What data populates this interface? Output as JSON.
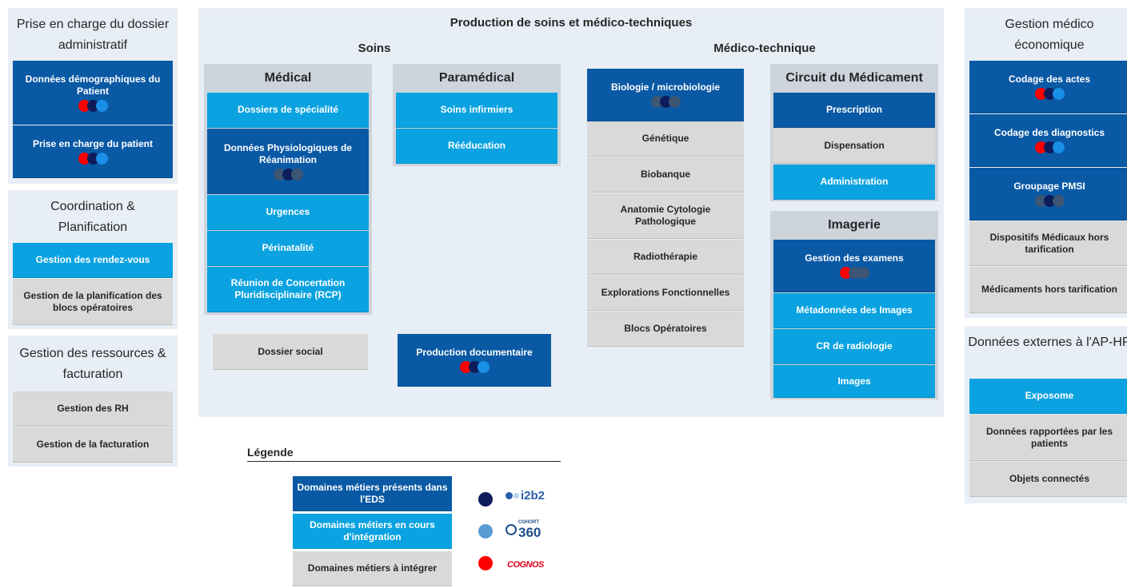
{
  "colors": {
    "present": "#0a59a5",
    "integrating": "#0aa2e0",
    "to_integrate": "#d9d9d9",
    "i2b2_dot": "#0e1c5c",
    "cohort360_dot": "#5b9bd5",
    "cognos_dot": "#ff0000"
  },
  "admin": {
    "title": "Prise en charge du dossier administratif",
    "items": [
      {
        "label": "Données démographiques du Patient",
        "dots": [
          "red",
          "navy",
          "blue"
        ]
      },
      {
        "label": "Prise en charge du patient",
        "dots": [
          "red",
          "navy",
          "blue"
        ]
      }
    ]
  },
  "coordination": {
    "title": "Coordination & Planification",
    "items": [
      {
        "label": "Gestion des rendez-vous"
      },
      {
        "label": "Gestion de la planification des blocs opératoires"
      }
    ]
  },
  "ressources": {
    "title": "Gestion des ressources & facturation",
    "items": [
      {
        "label": "Gestion des RH"
      },
      {
        "label": "Gestion de la facturation"
      }
    ]
  },
  "production": {
    "title": "Production de soins et médico-techniques",
    "soins_title": "Soins",
    "medico_title": "Médico-technique",
    "medical": {
      "title": "Médical",
      "items": [
        {
          "label": "Dossiers de spécialité"
        },
        {
          "label": "Données Physiologiques de Réanimation",
          "dots": [
            "grey",
            "navy",
            "grey"
          ]
        },
        {
          "label": "Urgences"
        },
        {
          "label": "Périnatalité"
        },
        {
          "label": "Réunion de Concertation Pluridisciplinaire (RCP)"
        }
      ]
    },
    "paramedical": {
      "title": "Paramédical",
      "items": [
        {
          "label": "Soins infirmiers"
        },
        {
          "label": "Rééducation"
        }
      ]
    },
    "dossier_social": "Dossier social",
    "production_doc": {
      "label": "Production documentaire",
      "dots": [
        "red",
        "navy",
        "blue"
      ]
    },
    "biologie": {
      "label": "Biologie / microbiologie",
      "dots": [
        "grey",
        "navy",
        "grey"
      ]
    },
    "medico_items": [
      "Génétique",
      "Biobanque",
      "Anatomie Cytologie Pathologique",
      "Radiothérapie",
      "Explorations Fonctionnelles",
      "Blocs Opératoires"
    ],
    "circuit": {
      "title": "Circuit du Médicament",
      "items": [
        "Prescription",
        "Dispensation",
        "Administration"
      ]
    },
    "imagerie": {
      "title": "Imagerie",
      "examens": {
        "label": "Gestion des examens",
        "dots": [
          "red",
          "grey",
          "grey"
        ]
      },
      "items": [
        "Métadonnées des Images",
        "CR de radiologie",
        "Images"
      ]
    }
  },
  "eco": {
    "title": "Gestion médico économique",
    "items": [
      {
        "label": "Codage des actes",
        "dots": [
          "red",
          "navy",
          "blue"
        ]
      },
      {
        "label": "Codage des diagnostics",
        "dots": [
          "red",
          "navy",
          "blue"
        ]
      },
      {
        "label": "Groupage PMSI",
        "dots": [
          "grey",
          "navy",
          "grey"
        ]
      },
      {
        "label": "Dispositifs Médicaux hors tarification"
      },
      {
        "label": "Médicaments hors tarification"
      }
    ]
  },
  "externes": {
    "title": "Données externes à l'AP-HP",
    "items": [
      {
        "label": "Exposome"
      },
      {
        "label": "Données rapportées par les patients"
      },
      {
        "label": "Objets connectés"
      }
    ]
  },
  "legend": {
    "title": "Légende",
    "present": "Domaines métiers présents dans l'EDS",
    "integrating": "Domaines métiers en cours d'intégration",
    "to_integrate": "Domaines métiers à intégrer",
    "i2b2": "i2b2",
    "cohort_small": "COHORT",
    "cohort_big": "360",
    "cognos": "COGNOS"
  }
}
